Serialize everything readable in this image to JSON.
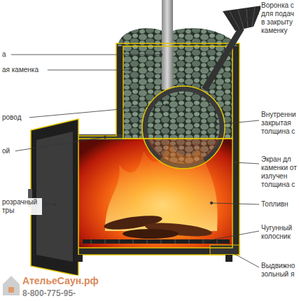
{
  "diagram": {
    "labels": [
      "а",
      "ая каменка",
      "ровод",
      "ой",
      "розрачный тры",
      "Воронка с для подач в закрыту каменку",
      "Внутренни закрытая толщина с",
      "Экран дл каменки от излучен толщина с",
      "Топливн",
      "Чугунный колосник",
      "Выдвижно зольный я",
      "АтельеСаун.рф",
      "8-800-775-95-"
    ]
  }
}
